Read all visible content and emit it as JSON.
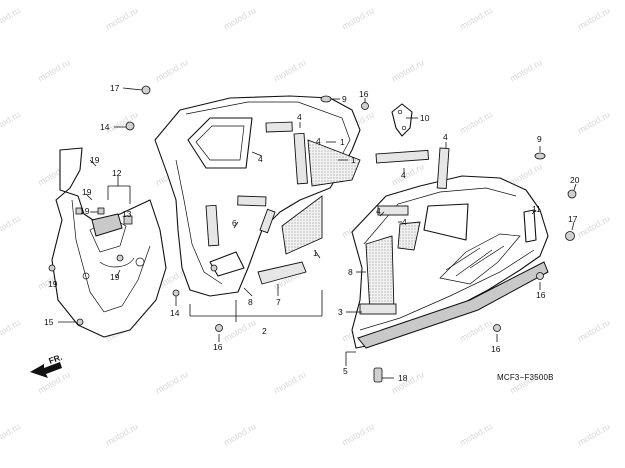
{
  "diagram": {
    "figure_code": "MCF3−F3500B",
    "direction_label": "FR.",
    "watermark_text": "motod.ru",
    "colors": {
      "line": "#111111",
      "watermark": "#d9d9d9",
      "panel_fill": "#c9c9c9"
    },
    "callouts": [
      {
        "id": "c17a",
        "text": "17"
      },
      {
        "id": "c9a",
        "text": "9"
      },
      {
        "id": "c16a",
        "text": "16"
      },
      {
        "id": "c10",
        "text": "10"
      },
      {
        "id": "c14a",
        "text": "14"
      },
      {
        "id": "c4a",
        "text": "4"
      },
      {
        "id": "c4b",
        "text": "4"
      },
      {
        "id": "c4c",
        "text": "4"
      },
      {
        "id": "c1a",
        "text": "1"
      },
      {
        "id": "c1b",
        "text": "1"
      },
      {
        "id": "c4d",
        "text": "4"
      },
      {
        "id": "c4e",
        "text": "4"
      },
      {
        "id": "c9b",
        "text": "9"
      },
      {
        "id": "c19a",
        "text": "19"
      },
      {
        "id": "c12",
        "text": "12"
      },
      {
        "id": "c19b",
        "text": "19"
      },
      {
        "id": "c13",
        "text": "13"
      },
      {
        "id": "c19c",
        "text": "19"
      },
      {
        "id": "c19d",
        "text": "19"
      },
      {
        "id": "c20",
        "text": "20"
      },
      {
        "id": "c11",
        "text": "11"
      },
      {
        "id": "c17b",
        "text": "17"
      },
      {
        "id": "c4f",
        "text": "4"
      },
      {
        "id": "c4g",
        "text": "4"
      },
      {
        "id": "c1c",
        "text": "1"
      },
      {
        "id": "c8a",
        "text": "8"
      },
      {
        "id": "c7",
        "text": "7"
      },
      {
        "id": "c8b",
        "text": "8"
      },
      {
        "id": "c14b",
        "text": "14"
      },
      {
        "id": "c19e",
        "text": "19"
      },
      {
        "id": "c15",
        "text": "15"
      },
      {
        "id": "c2",
        "text": "2"
      },
      {
        "id": "c16b",
        "text": "16"
      },
      {
        "id": "c16c",
        "text": "16"
      },
      {
        "id": "c3",
        "text": "3"
      },
      {
        "id": "c16d",
        "text": "16"
      },
      {
        "id": "c5",
        "text": "5"
      },
      {
        "id": "c18",
        "text": "18"
      },
      {
        "id": "c6",
        "text": "6"
      }
    ]
  }
}
